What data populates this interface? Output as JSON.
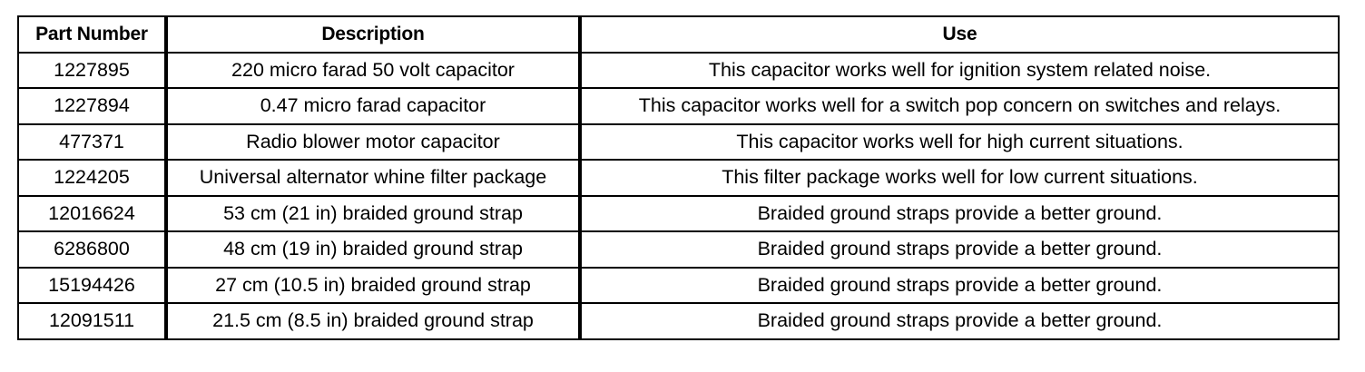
{
  "table": {
    "headers": {
      "part_number": "Part Number",
      "description": "Description",
      "use": "Use"
    },
    "rows": [
      {
        "part_number": "1227895",
        "description": "220 micro farad 50 volt capacitor",
        "use": "This capacitor works well for ignition system related noise."
      },
      {
        "part_number": "1227894",
        "description": "0.47 micro farad capacitor",
        "use": "This capacitor works well for a switch pop concern on switches and relays."
      },
      {
        "part_number": "477371",
        "description": "Radio blower motor capacitor",
        "use": "This capacitor works well for high current situations."
      },
      {
        "part_number": "1224205",
        "description": "Universal alternator whine filter package",
        "use": "This filter package works well for low current situations."
      },
      {
        "part_number": "12016624",
        "description": "53 cm (21 in) braided ground strap",
        "use": "Braided ground straps provide a better ground."
      },
      {
        "part_number": "6286800",
        "description": "48 cm (19 in) braided ground strap",
        "use": "Braided ground straps provide a better ground."
      },
      {
        "part_number": "15194426",
        "description": "27 cm (10.5 in) braided ground strap",
        "use": "Braided ground straps provide a better ground."
      },
      {
        "part_number": "12091511",
        "description": "21.5 cm (8.5 in) braided ground strap",
        "use": "Braided ground straps provide a better ground."
      }
    ]
  }
}
